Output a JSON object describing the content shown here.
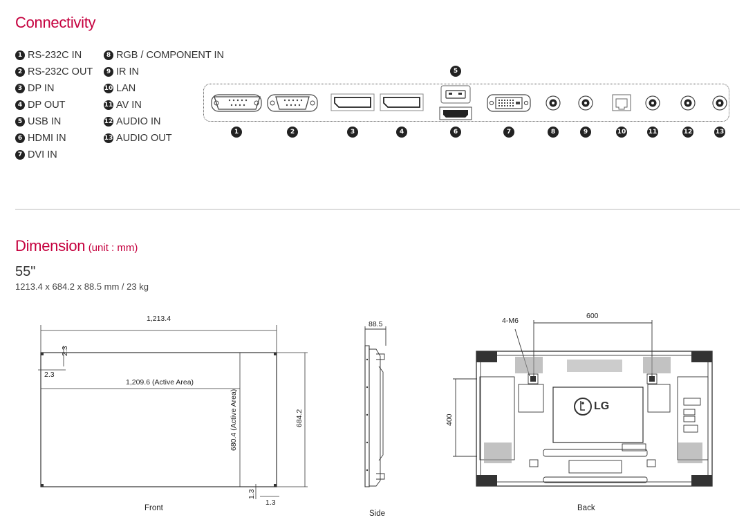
{
  "connectivity": {
    "title": "Connectivity",
    "legend_col1": [
      {
        "n": "1",
        "label": "RS-232C IN"
      },
      {
        "n": "2",
        "label": "RS-232C OUT"
      },
      {
        "n": "3",
        "label": "DP IN"
      },
      {
        "n": "4",
        "label": "DP OUT"
      },
      {
        "n": "5",
        "label": "USB  IN"
      },
      {
        "n": "6",
        "label": "HDMI IN"
      },
      {
        "n": "7",
        "label": "DVI IN"
      }
    ],
    "legend_col2": [
      {
        "n": "8",
        "label": "RGB / COMPONENT IN"
      },
      {
        "n": "9",
        "label": "IR IN"
      },
      {
        "n": "10",
        "label": "LAN"
      },
      {
        "n": "11",
        "label": "AV IN"
      },
      {
        "n": "12",
        "label": "AUDIO IN"
      },
      {
        "n": "13",
        "label": "AUDIO OUT"
      }
    ],
    "port_numbers": [
      "1",
      "2",
      "3",
      "4",
      "5",
      "6",
      "7",
      "8",
      "9",
      "10",
      "11",
      "12",
      "13"
    ]
  },
  "dimension": {
    "title": "Dimension",
    "unit": "(unit : mm)",
    "model_size": "55\"",
    "spec": "1213.4 x 684.2 x 88.5 mm / 23 kg",
    "front": {
      "width": "1,213.4",
      "active_width": "1,209.6 (Active Area)",
      "active_height": "680.4 (Active Area)",
      "height": "684.2",
      "bezel_top": "2.3",
      "bezel_left": "2.3",
      "bezel_bottom": "1.3",
      "bezel_right": "1.3",
      "caption": "Front"
    },
    "side": {
      "depth": "88.5",
      "caption": "Side"
    },
    "back": {
      "vesa_h": "600",
      "vesa_v": "400",
      "screw": "4-M6",
      "logo": "LG",
      "caption": "Back"
    }
  },
  "colors": {
    "accent": "#c5003e",
    "text": "#333333",
    "line": "#555555"
  }
}
